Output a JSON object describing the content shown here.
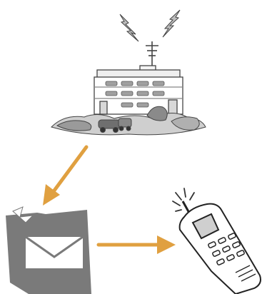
{
  "diagram": {
    "nodes": [
      {
        "id": "building",
        "kind": "station-building-with-antenna"
      },
      {
        "id": "message",
        "kind": "envelope-message"
      },
      {
        "id": "phone",
        "kind": "mobile-phone"
      }
    ],
    "edges": [
      {
        "from": "building",
        "to": "message"
      },
      {
        "from": "message",
        "to": "phone"
      }
    ],
    "colors": {
      "arrow": "#e0a040",
      "envelope": "#7a7a7a",
      "line": "#333333",
      "ground": "#9a9a9a",
      "phone_screen": "#cfcfcf"
    },
    "icons": [
      "lightning-icon",
      "antenna-icon",
      "building-icon",
      "envelope-icon",
      "mobile-phone-icon",
      "signal-burst-icon"
    ]
  }
}
